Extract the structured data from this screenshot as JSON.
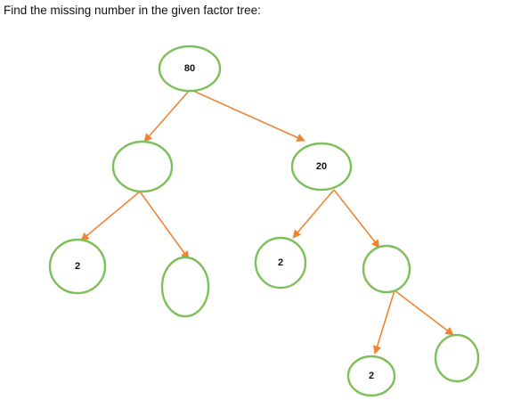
{
  "question": "Find the missing  number  in the  given factor tree:",
  "colors": {
    "node_border": "#7dbf5a",
    "edge": "#ee8536",
    "text": "#111111"
  },
  "tree": {
    "nodes": [
      {
        "id": "root",
        "value": "80"
      },
      {
        "id": "left",
        "value": ""
      },
      {
        "id": "right",
        "value": "20"
      },
      {
        "id": "left-left",
        "value": "2"
      },
      {
        "id": "left-right",
        "value": ""
      },
      {
        "id": "right-left",
        "value": "2"
      },
      {
        "id": "right-right",
        "value": ""
      },
      {
        "id": "right-right-left",
        "value": "2"
      },
      {
        "id": "right-right-right",
        "value": ""
      }
    ],
    "edges": [
      {
        "from": "root",
        "to": "left"
      },
      {
        "from": "root",
        "to": "right"
      },
      {
        "from": "left",
        "to": "left-left"
      },
      {
        "from": "left",
        "to": "left-right"
      },
      {
        "from": "right",
        "to": "right-left"
      },
      {
        "from": "right",
        "to": "right-right"
      },
      {
        "from": "right-right",
        "to": "right-right-left"
      },
      {
        "from": "right-right",
        "to": "right-right-right"
      }
    ]
  }
}
